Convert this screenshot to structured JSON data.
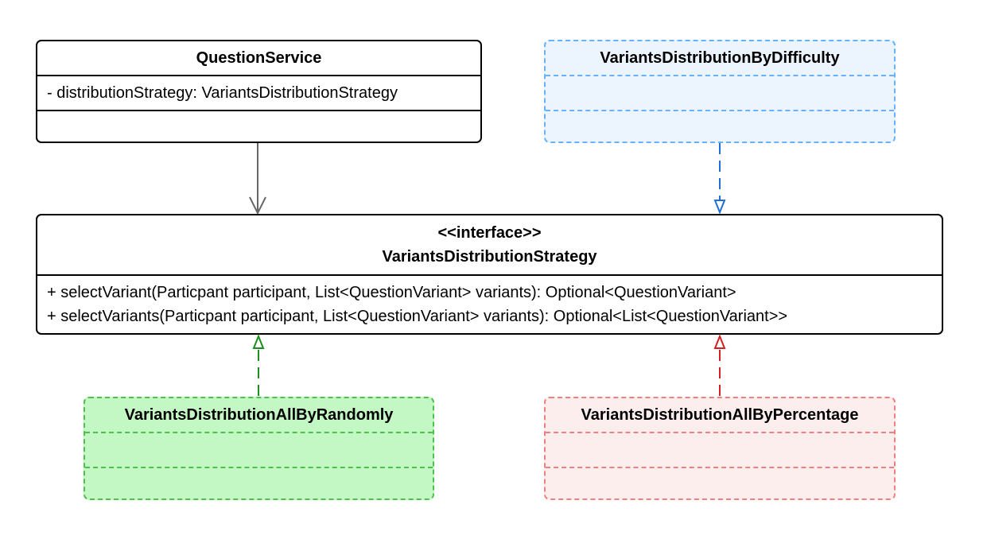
{
  "question_service": {
    "name": "QuestionService",
    "attributes": [
      "- distributionStrategy: VariantsDistributionStrategy"
    ]
  },
  "by_difficulty": {
    "name": "VariantsDistributionByDifficulty"
  },
  "strategy": {
    "stereotype": "<<interface>>",
    "name": "VariantsDistributionStrategy",
    "methods": [
      "+ selectVariant(Particpant participant, List<QuestionVariant> variants): Optional<QuestionVariant>",
      "+ selectVariants(Particpant participant, List<QuestionVariant> variants): Optional<List<QuestionVariant>>"
    ]
  },
  "by_randomly": {
    "name": "VariantsDistributionAllByRandomly"
  },
  "by_percentage": {
    "name": "VariantsDistributionAllByPercentage"
  },
  "colors": {
    "solid_border": "#000000",
    "blue_border": "#66b2ff",
    "blue_fill": "#ecf4fd",
    "blue_arrow": "#1f6fd6",
    "green_border": "#4cc24c",
    "green_fill": "#c3f7c3",
    "green_arrow": "#1a8f1a",
    "red_border": "#f08080",
    "red_fill": "#fdeeee",
    "red_arrow": "#d42020",
    "association": "#666666"
  }
}
